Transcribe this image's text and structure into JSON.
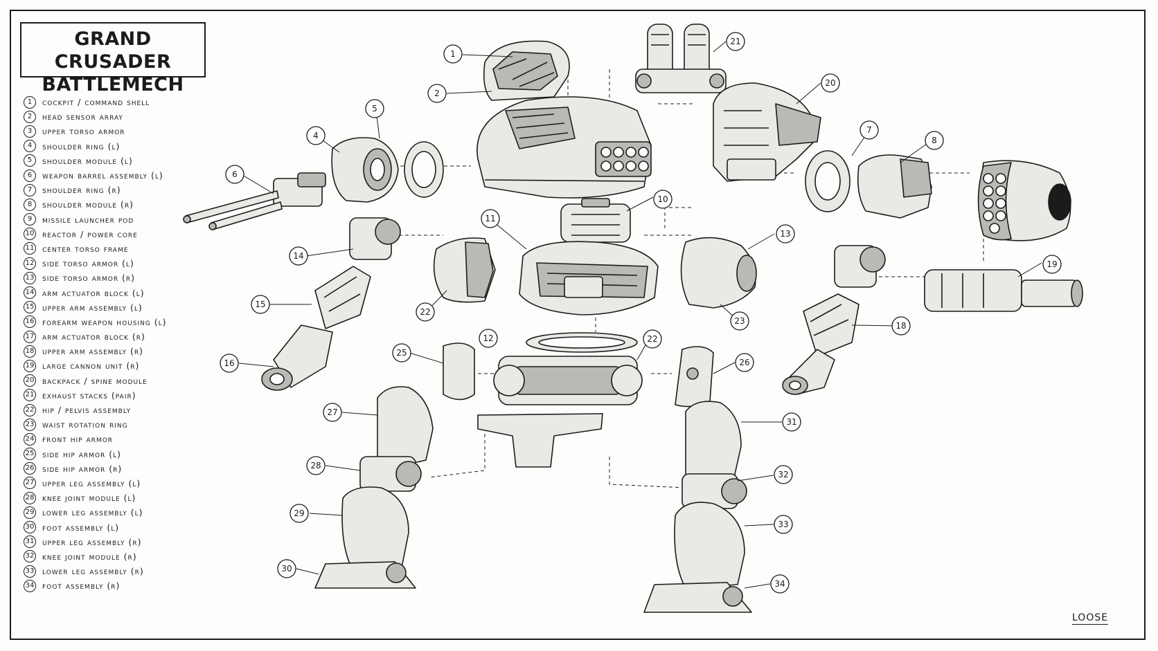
{
  "title": {
    "line1": "GRAND CRUSADER",
    "line2": "BATTLEMECH"
  },
  "legend": [
    {
      "num": "1",
      "label": "COCKPIT / COMMAND SHELL"
    },
    {
      "num": "2",
      "label": "HEAD SENSOR ARRAY"
    },
    {
      "num": "3",
      "label": "UPPER TORSO ARMOR"
    },
    {
      "num": "4",
      "label": "SHOULDER RING (L)"
    },
    {
      "num": "5",
      "label": "SHOULDER MODULE (L)"
    },
    {
      "num": "6",
      "label": "WEAPON BARREL ASSEMBLY (L)"
    },
    {
      "num": "7",
      "label": "SHOULDER RING (R)"
    },
    {
      "num": "8",
      "label": "SHOULDER MODULE (R)"
    },
    {
      "num": "9",
      "label": "MISSILE LAUNCHER POD"
    },
    {
      "num": "10",
      "label": "REACTOR / POWER CORE"
    },
    {
      "num": "11",
      "label": "CENTER TORSO FRAME"
    },
    {
      "num": "12",
      "label": "SIDE TORSO ARMOR (L)"
    },
    {
      "num": "13",
      "label": "SIDE TORSO ARMOR (R)"
    },
    {
      "num": "14",
      "label": "ARM ACTUATOR BLOCK (L)"
    },
    {
      "num": "15",
      "label": "UPPER ARM ASSEMBLY (L)"
    },
    {
      "num": "16",
      "label": "FOREARM WEAPON HOUSING (L)"
    },
    {
      "num": "17",
      "label": "ARM ACTUATOR BLOCK (R)"
    },
    {
      "num": "18",
      "label": "UPPER ARM ASSEMBLY (R)"
    },
    {
      "num": "19",
      "label": "LARGE CANNON UNIT (R)"
    },
    {
      "num": "20",
      "label": "BACKPACK / SPINE MODULE"
    },
    {
      "num": "21",
      "label": "EXHAUST STACKS (PAIR)"
    },
    {
      "num": "22",
      "label": "HIP / PELVIS ASSEMBLY"
    },
    {
      "num": "23",
      "label": "WAIST ROTATION RING"
    },
    {
      "num": "24",
      "label": "FRONT HIP ARMOR"
    },
    {
      "num": "25",
      "label": "SIDE HIP ARMOR (L)"
    },
    {
      "num": "26",
      "label": "SIDE HIP ARMOR (R)"
    },
    {
      "num": "27",
      "label": "UPPER LEG ASSEMBLY (L)"
    },
    {
      "num": "28",
      "label": "KNEE JOINT MODULE (L)"
    },
    {
      "num": "29",
      "label": "LOWER LEG ASSEMBLY (L)"
    },
    {
      "num": "30",
      "label": "FOOT ASSEMBLY (L)"
    },
    {
      "num": "31",
      "label": "UPPER LEG ASSEMBLY (R)"
    },
    {
      "num": "32",
      "label": "KNEE JOINT MODULE (R)"
    },
    {
      "num": "33",
      "label": "LOWER LEG ASSEMBLY (R)"
    },
    {
      "num": "34",
      "label": "FOOT ASSEMBLY (R)"
    }
  ],
  "callouts": {
    "c1": "1",
    "c2": "2",
    "c4": "4",
    "c5": "5",
    "c6": "6",
    "c7": "7",
    "c8": "8",
    "c10": "10",
    "c11": "11",
    "c12": "12",
    "c13": "13",
    "c14": "14",
    "c15": "15",
    "c16": "16",
    "c18": "18",
    "c19": "19",
    "c20": "20",
    "c21": "21",
    "c22": "22",
    "c22b": "22",
    "c23": "23",
    "c25": "25",
    "c26": "26",
    "c27": "27",
    "c28": "28",
    "c29": "29",
    "c30": "30",
    "c31": "31",
    "c32": "32",
    "c33": "33",
    "c34": "34"
  },
  "signature": "LOOSE",
  "colors": {
    "ink": "#1b1b1b",
    "paper": "#fdfdfb",
    "armor_fill": "#e9e9e6",
    "shade_fill": "#b9b9b5"
  }
}
